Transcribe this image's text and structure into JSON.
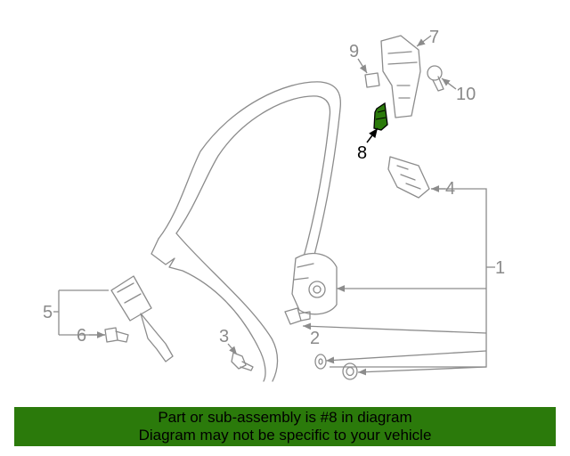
{
  "diagram": {
    "callouts": [
      "1",
      "2",
      "3",
      "4",
      "5",
      "6",
      "7",
      "8",
      "9",
      "10"
    ],
    "highlighted_part": "8",
    "colors": {
      "highlight": "#2b7a0b",
      "line": "#8c8c8c",
      "banner": "#2b7a0b"
    }
  },
  "banner": {
    "line1": "Part or sub-assembly is #8 in diagram",
    "line2": "Diagram may not be specific to your vehicle"
  }
}
